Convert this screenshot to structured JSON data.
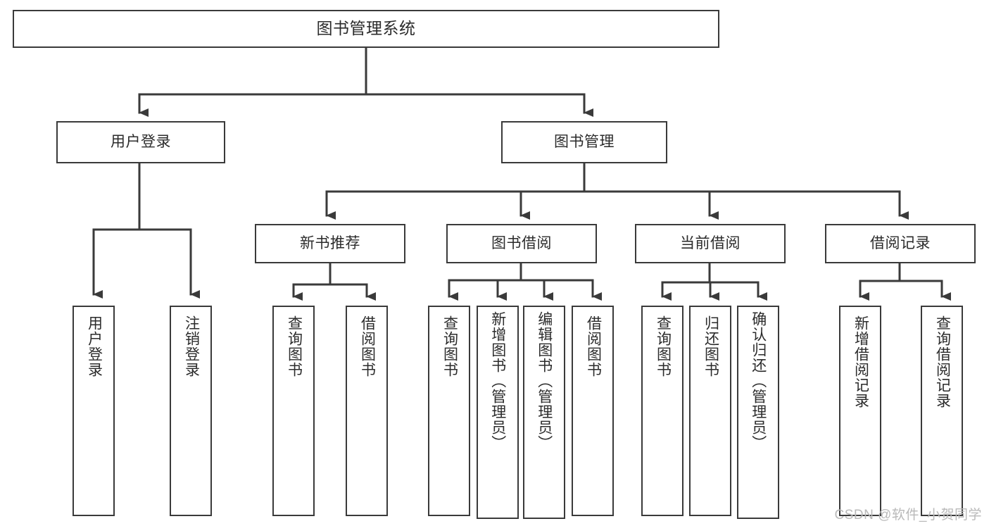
{
  "diagram": {
    "type": "tree-hierarchy-chart",
    "title": "图书管理系统",
    "stroke_color": "#3a3a3a",
    "text_color": "#2b2b2b",
    "background_color": "#ffffff",
    "root": {
      "id": "root",
      "label": "图书管理系统"
    },
    "level2": [
      {
        "id": "user-login",
        "label": "用户登录"
      },
      {
        "id": "book-management",
        "label": "图书管理"
      }
    ],
    "level3": [
      {
        "id": "new-book-recommend",
        "label": "新书推荐"
      },
      {
        "id": "book-borrow",
        "label": "图书借阅"
      },
      {
        "id": "current-borrow",
        "label": "当前借阅"
      },
      {
        "id": "borrow-record",
        "label": "借阅记录"
      }
    ],
    "leaves": {
      "user_login": [
        {
          "id": "leaf-user-login",
          "label": "用户登录"
        },
        {
          "id": "leaf-logout",
          "label": "注销登录"
        }
      ],
      "new_book_recommend": [
        {
          "id": "leaf-query-book-1",
          "label": "查询图书"
        },
        {
          "id": "leaf-borrow-book-1",
          "label": "借阅图书"
        }
      ],
      "book_borrow": [
        {
          "id": "leaf-query-book-2",
          "label": "查询图书"
        },
        {
          "id": "leaf-add-book",
          "label": "新增图书（管理员）"
        },
        {
          "id": "leaf-edit-book",
          "label": "编辑图书（管理员）"
        },
        {
          "id": "leaf-borrow-book-2",
          "label": "借阅图书"
        }
      ],
      "current_borrow": [
        {
          "id": "leaf-query-book-3",
          "label": "查询图书"
        },
        {
          "id": "leaf-return-book",
          "label": "归还图书"
        },
        {
          "id": "leaf-confirm-return",
          "label": "确认归还（管理员）"
        }
      ],
      "borrow_record": [
        {
          "id": "leaf-add-record",
          "label": "新增借阅记录"
        },
        {
          "id": "leaf-query-record",
          "label": "查询借阅记录"
        }
      ]
    }
  },
  "watermark": {
    "text": "CSDN @软件_小贺同学"
  }
}
